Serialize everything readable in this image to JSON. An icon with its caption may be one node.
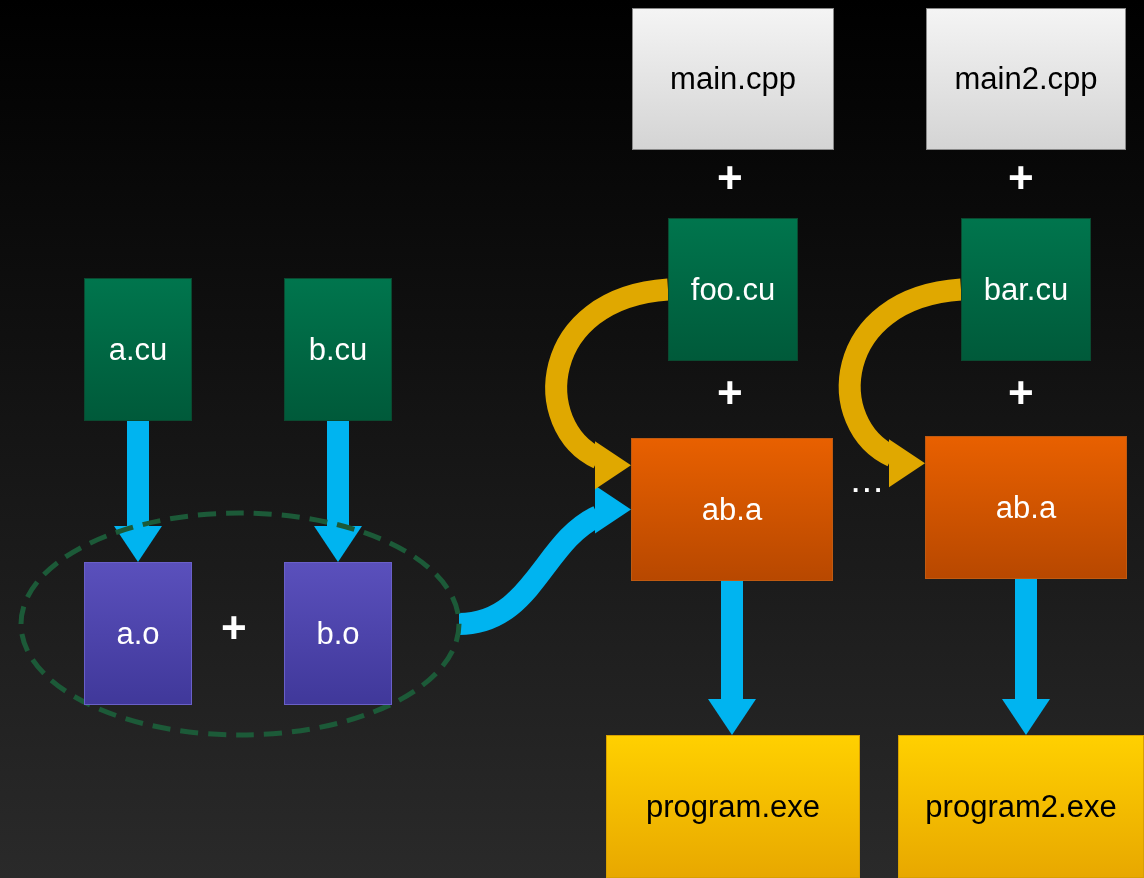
{
  "diagram": {
    "nodes": [
      {
        "text": [
          "main.cpp"
        ]
      },
      {
        "text": [
          "main2.cpp"
        ]
      },
      {
        "text": [
          "foo.cu"
        ]
      },
      {
        "text": [
          "bar.cu"
        ]
      },
      {
        "text": [
          "a.cu"
        ]
      },
      {
        "text": [
          "b.cu"
        ]
      },
      {
        "text": [
          "ab.a"
        ]
      },
      {
        "text": [
          "ab.a"
        ]
      },
      {
        "text": [],
        "shape": "ellipse"
      },
      {
        "text": [
          "a.o"
        ],
        "in": 8
      },
      {
        "text": [
          "b.o"
        ],
        "in": 8
      },
      {
        "text": [
          "program.exe"
        ]
      },
      {
        "text": [
          "program2.exe"
        ]
      }
    ],
    "edges": [
      {
        "from": 4,
        "to": 9,
        "arrow": "to"
      },
      {
        "from": 5,
        "to": 10,
        "arrow": "to"
      },
      {
        "from": 8,
        "to": 6,
        "arrow": "to"
      },
      {
        "from": 2,
        "to": 6,
        "arrow": "to",
        "color": "#e0a800"
      },
      {
        "from": 3,
        "to": 7,
        "arrow": "to",
        "color": "#e0a800"
      },
      {
        "from": 6,
        "to": 11,
        "arrow": "to"
      },
      {
        "from": 7,
        "to": 12,
        "arrow": "to"
      }
    ],
    "labels": [
      "+",
      "+",
      "+",
      "+",
      "...",
      "+"
    ]
  }
}
